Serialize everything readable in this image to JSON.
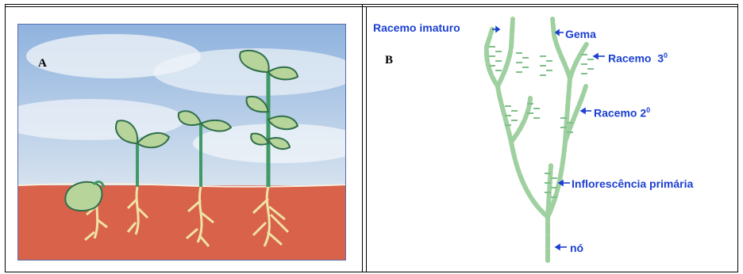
{
  "panel_a": {
    "letter": "A"
  },
  "panel_b": {
    "letter": "B",
    "labels": {
      "immature_raceme": "Racemo imaturo",
      "bud": "Gema",
      "tertiary_raceme": "Racemo",
      "tertiary_order": "3",
      "secondary_raceme": "Racemo",
      "secondary_order": "2",
      "order_superscript": "0",
      "primary_inflorescence": "Inflorescência primária",
      "node": "nó"
    }
  },
  "colors": {
    "sky": "#b9cfe8",
    "soil": "#d9624b",
    "stem": "#3f9a66",
    "root": "#efe2a8",
    "leaf": "#b7d49a",
    "raceme": "#9fd0a0",
    "label": "#1a3fd1"
  }
}
